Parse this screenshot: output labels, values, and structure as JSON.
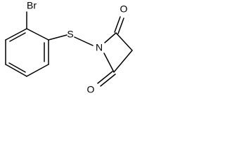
{
  "molecule": {
    "atoms": {
      "bromine": "Br",
      "sulfur": "S",
      "nitrogen": "N",
      "oxygen_top": "O",
      "oxygen_bottom": "O"
    },
    "colors": {
      "bond": "#000000",
      "label": "#000000",
      "background": "#ffffff"
    }
  }
}
